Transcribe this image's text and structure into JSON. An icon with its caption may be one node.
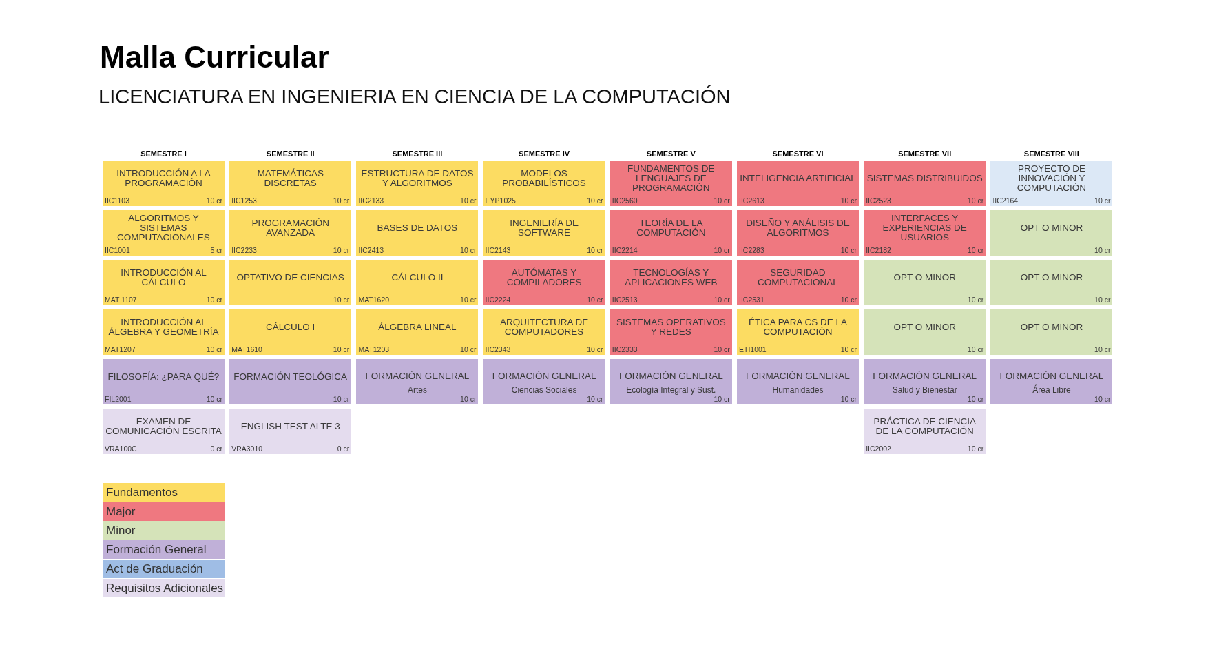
{
  "diagram": {
    "title": "Malla Curricular",
    "nodes": [
      {
        "text": [
          "INTRODUCCIÓN A LA PROGRAMACIÓN",
          "IIC1103",
          "10 cr"
        ]
      },
      {
        "text": [
          "MATEMÁTICAS DISCRETAS",
          "IIC1253",
          "10 cr"
        ]
      },
      {
        "text": [
          "ESTRUCTURA DE DATOS Y ALGORITMOS",
          "IIC2133",
          "10 cr"
        ]
      },
      {
        "text": [
          "MODELOS PROBABILÍSTICOS",
          "EYP1025",
          "10 cr"
        ]
      },
      {
        "text": [
          "FUNDAMENTOS DE LENGUAJES DE PROGRAMACIÓN",
          "IIC2560",
          "10 cr"
        ]
      },
      {
        "text": [
          "INTELIGENCIA ARTIFICIAL",
          "IIC2613",
          "10 cr"
        ]
      },
      {
        "text": [
          "SISTEMAS DISTRIBUIDOS",
          "IIC2523",
          "10 cr"
        ]
      },
      {
        "text": [
          "PROYECTO DE INNOVACIÓN Y COMPUTACIÓN",
          "IIC2164",
          "10 cr"
        ]
      },
      {
        "text": [
          "ALGORITMOS Y SISTEMAS COMPUTACIONALES",
          "IIC1001",
          "5 cr"
        ]
      },
      {
        "text": [
          "PROGRAMACIÓN AVANZADA",
          "IIC2233",
          "10 cr"
        ]
      },
      {
        "text": [
          "BASES DE DATOS",
          "IIC2413",
          "10 cr"
        ]
      },
      {
        "text": [
          "INGENIERÍA DE SOFTWARE",
          "IIC2143",
          "10 cr"
        ]
      },
      {
        "text": [
          "TEORÍA DE LA COMPUTACIÓN",
          "IIC2214",
          "10 cr"
        ]
      },
      {
        "text": [
          "DISEÑO Y ANÁLISIS DE ALGORITMOS",
          "IIC2283",
          "10 cr"
        ]
      },
      {
        "text": [
          "INTERFACES Y EXPERIENCIAS DE USUARIOS",
          "IIC2182",
          "10 cr"
        ]
      },
      {
        "text": [
          "OPT O MINOR",
          "10 cr"
        ]
      },
      {
        "text": [
          "INTRODUCCIÓN AL CÁLCULO",
          "MAT 1107",
          "10 cr"
        ]
      },
      {
        "text": [
          "OPTATIVO DE CIENCIAS",
          "10 cr"
        ]
      },
      {
        "text": [
          "CÁLCULO II",
          "MAT1620",
          "10 cr"
        ]
      },
      {
        "text": [
          "AUTÓMATAS Y COMPILADORES",
          "IIC2224",
          "10 cr"
        ]
      },
      {
        "text": [
          "TECNOLOGÍAS Y APLICACIONES WEB",
          "IIC2513",
          "10 cr"
        ]
      },
      {
        "text": [
          "SEGURIDAD COMPUTACIONAL",
          "IIC2531",
          "10 cr"
        ]
      },
      {
        "text": [
          "OPT O MINOR",
          "10 cr"
        ]
      },
      {
        "text": [
          "OPT O MINOR",
          "10 cr"
        ]
      },
      {
        "text": [
          "INTRODUCCIÓN AL ÁLGEBRA Y GEOMETRÍA",
          "MAT1207",
          "10 cr"
        ]
      },
      {
        "text": [
          "CÁLCULO I",
          "MAT1610",
          "10 cr"
        ]
      },
      {
        "text": [
          "ÁLGEBRA LINEAL",
          "MAT1203",
          "10 cr"
        ]
      },
      {
        "text": [
          "ARQUITECTURA DE COMPUTADORES",
          "IIC2343",
          "10 cr"
        ]
      },
      {
        "text": [
          "SISTEMAS OPERATIVOS Y REDES",
          "IIC2333",
          "10 cr"
        ]
      },
      {
        "text": [
          "ÉTICA PARA CS DE LA COMPUTACIÓN",
          "ETI1001",
          "10 cr"
        ]
      },
      {
        "text": [
          "OPT O MINOR",
          "10 cr"
        ]
      },
      {
        "text": [
          "OPT O MINOR",
          "10 cr"
        ]
      },
      {
        "text": [
          "FILOSOFÍA: ¿PARA QUÉ?",
          "FIL2001",
          "10 cr"
        ]
      },
      {
        "text": [
          "FORMACIÓN TEOLÓGICA",
          "10 cr"
        ]
      },
      {
        "text": [
          "FORMACIÓN GENERAL",
          "Artes",
          "10 cr"
        ]
      },
      {
        "text": [
          "FORMACIÓN GENERAL",
          "Ciencias Sociales",
          "10 cr"
        ]
      },
      {
        "text": [
          "FORMACIÓN GENERAL",
          "Ecología Integral y Sust.",
          "10 cr"
        ]
      },
      {
        "text": [
          "FORMACIÓN GENERAL",
          "Humanidades",
          "10 cr"
        ]
      },
      {
        "text": [
          "FORMACIÓN GENERAL",
          "Salud y Bienestar",
          "10 cr"
        ]
      },
      {
        "text": [
          "FORMACIÓN GENERAL",
          "Área Libre",
          "10 cr"
        ]
      },
      {
        "text": [
          "EXAMEN DE COMUNICACIÓN ESCRITA",
          "VRA100C",
          "0 cr"
        ]
      },
      {
        "text": [
          "ENGLISH TEST ALTE 3",
          "VRA3010",
          "0 cr"
        ]
      },
      {
        "text": [
          "PRÁCTICA DE CIENCIA DE LA COMPUTACIÓN",
          "IIC2002",
          "10 cr"
        ]
      }
    ],
    "edges": [],
    "labels": [
      "LICENCIATURA EN INGENIERIA EN CIENCIA DE LA COMPUTACIÓN",
      "SEMESTRE I",
      "SEMESTRE II",
      "SEMESTRE III",
      "SEMESTRE IV",
      "SEMESTRE V",
      "SEMESTRE VI",
      "SEMESTRE VII",
      "SEMESTRE VIII"
    ],
    "legend": [
      {
        "text": "Fundamentos",
        "color": "#fcdc62"
      },
      {
        "text": "Major",
        "color": "#ef7880"
      },
      {
        "text": "Minor",
        "color": "#d5e3b9"
      },
      {
        "text": "Formación General",
        "color": "#c0b0d8"
      },
      {
        "text": "Act de Graduación",
        "color": "#9fbde5"
      },
      {
        "text": "Requisitos Adicionales",
        "color": "#e4dcee"
      }
    ]
  }
}
